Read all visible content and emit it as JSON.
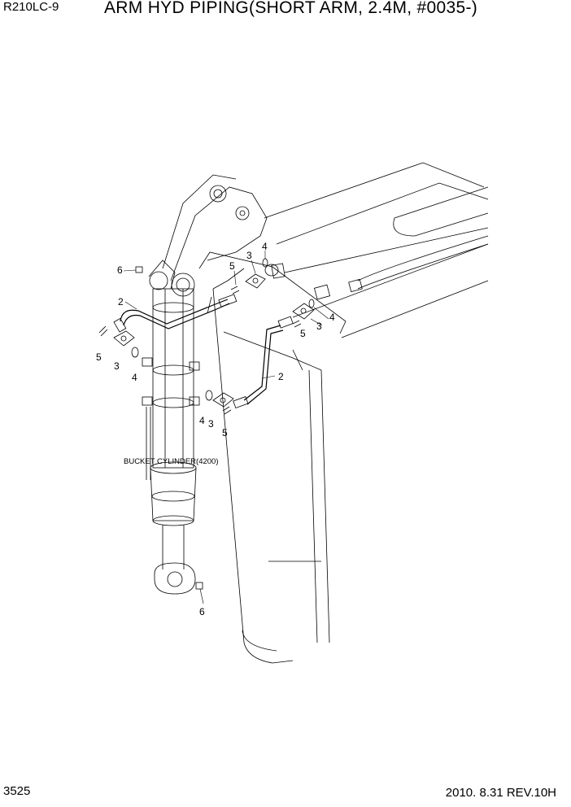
{
  "header": {
    "model": "R210LC-9",
    "title": "ARM HYD PIPING(SHORT ARM, 2.4M, #0035-)"
  },
  "footer": {
    "page_number": "3525",
    "revision": "2010. 8.31  REV.10H"
  },
  "drawing": {
    "component_label": "BUCKET CYLINDER(4200)",
    "callouts": {
      "hose_left": "2",
      "hose_right": "2",
      "flange_upper_left": "3",
      "flange_upper_center": "3",
      "flange_upper_right": "3",
      "flange_lower": "3",
      "oring_upper_left": "4",
      "oring_upper_center": "4",
      "oring_upper_right": "4",
      "oring_lower": "4",
      "bolt_upper_left": "5",
      "bolt_upper_center": "5",
      "bolt_upper_right": "5",
      "bolt_lower": "5",
      "grease_upper": "6",
      "grease_lower": "6"
    }
  }
}
